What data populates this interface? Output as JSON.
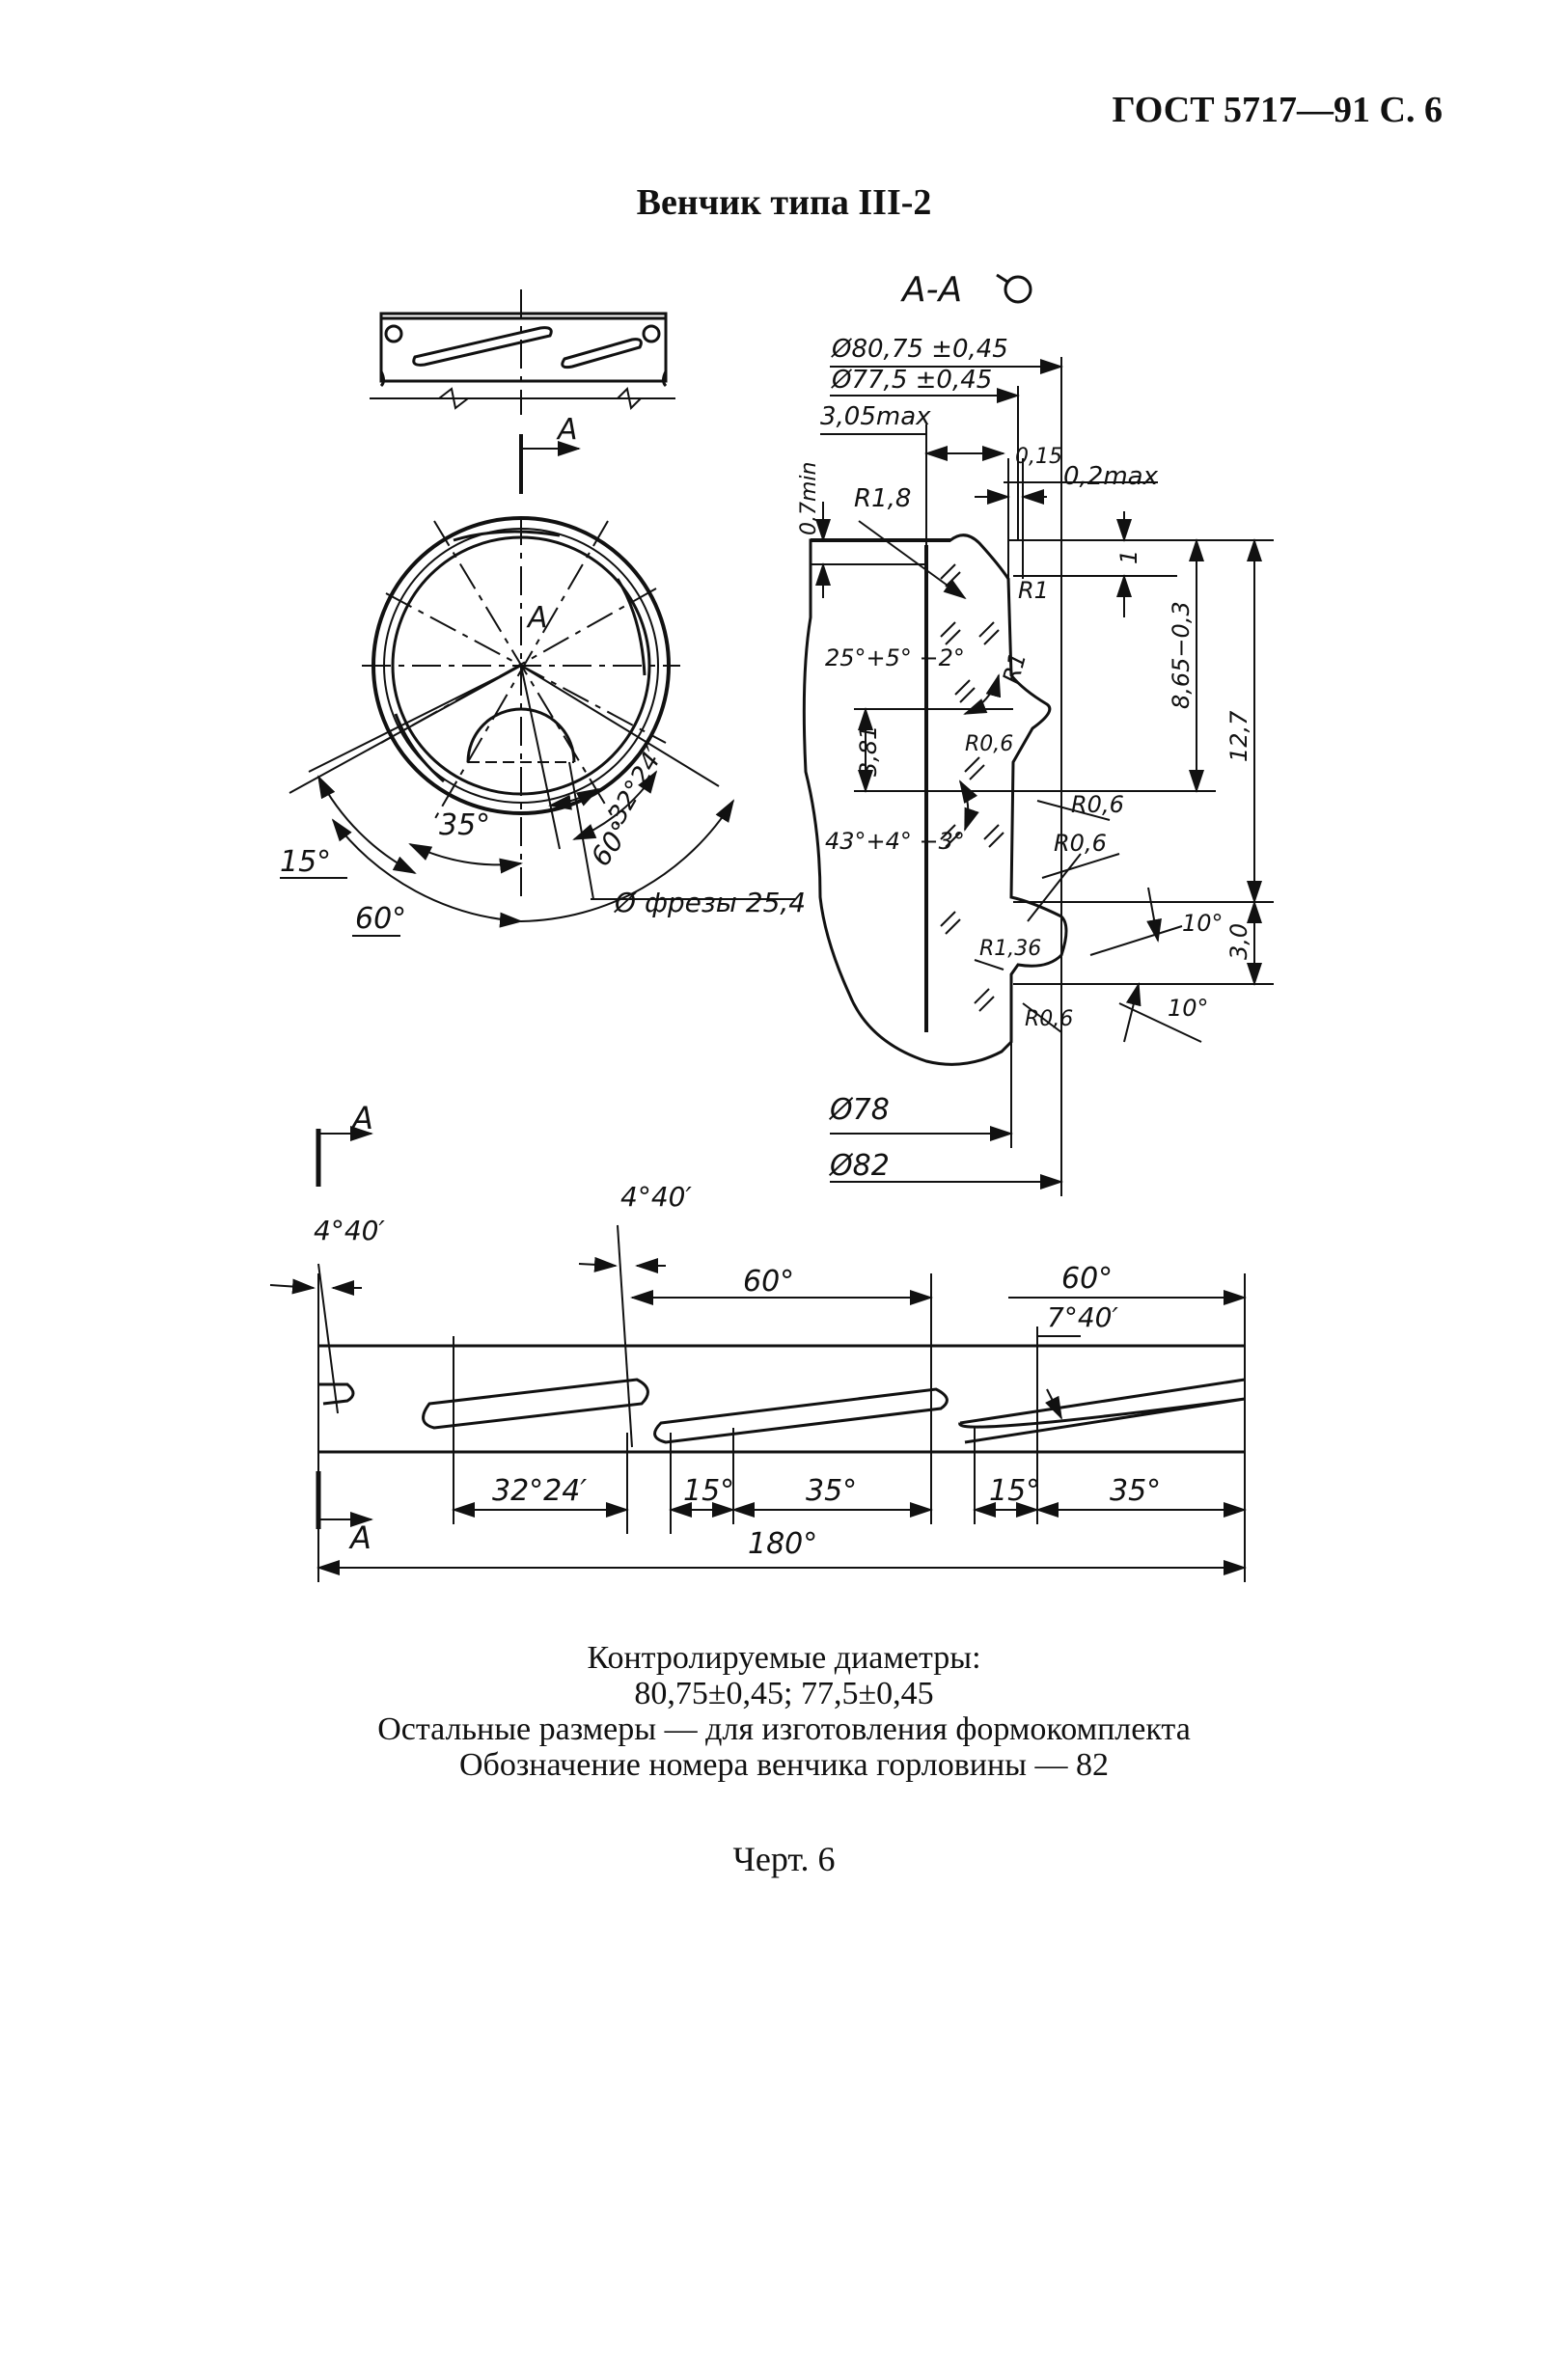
{
  "header": {
    "doc_ref": "ГОСТ 5717—91 С. 6"
  },
  "title": "Венчик типа III-2",
  "drawing": {
    "section_label": "А-А",
    "top_view_label": "А",
    "circle_labels": {
      "a": "А",
      "angle_15": "15°",
      "angle_35": "35°",
      "angle_60": "60°",
      "angle_60_inner": "60°",
      "angle_32_24": "32°24′",
      "mill_diameter": "Ø фрезы 25,4"
    },
    "section_dims": {
      "d1": "Ø80,75 ±0,45",
      "d2": "Ø77,5 ±0,45",
      "t1": "3,05max",
      "t2": "0,15",
      "t3": "0,2max",
      "t4": "0,7min",
      "r1": "R1,8",
      "r2": "R1",
      "r3": "R1",
      "r4": "R0,6",
      "r5": "R0,6",
      "r6": "R0,6",
      "r7": "R1,36",
      "r8": "R0,6",
      "ang1": "25°+5° −2°",
      "ang2": "43°+4° −3°",
      "h1": "3,81",
      "h2": "1",
      "h3": "8,65−0,3",
      "h4": "12,7",
      "h5": "3,0",
      "a10a": "10°",
      "a10b": "10°",
      "d3": "Ø78",
      "d4": "Ø82"
    },
    "development": {
      "a_top": "А",
      "a_bottom": "А",
      "ang_4_40_left": "4°40′",
      "ang_4_40_mid": "4°40′",
      "ang_60_a": "60°",
      "ang_60_b": "60°",
      "ang_7_40": "7°40′",
      "ang_32_24": "32°24′",
      "ang_15_a": "15°",
      "ang_35_a": "35°",
      "ang_15_b": "15°",
      "ang_35_b": "35°",
      "ang_180": "180°"
    }
  },
  "notes": [
    "Контролируемые диаметры:",
    "80,75±0,45; 77,5±0,45",
    "Остальные размеры — для изготовления формокомплекта",
    "Обозначение номера венчика горловины — 82"
  ],
  "caption": "Черт. 6"
}
